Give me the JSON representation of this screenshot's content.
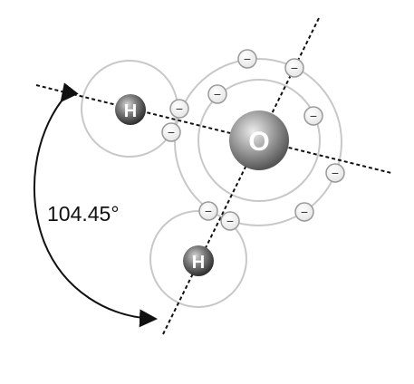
{
  "diagram": {
    "angle_label": "104.45°",
    "oxygen": {
      "symbol": "O"
    },
    "hydrogen_top": {
      "symbol": "H"
    },
    "hydrogen_bottom": {
      "symbol": "H"
    },
    "electron_symbol": "−",
    "colors": {
      "orbit": "#c8c8c8",
      "dashed_line": "#111111",
      "arrow": "#111111",
      "electron_fill": "#f2f2f2",
      "electron_stroke": "#9a9a9a",
      "nucleus_light": "#d9d9d9",
      "nucleus_dark": "#4f4f4f"
    }
  }
}
